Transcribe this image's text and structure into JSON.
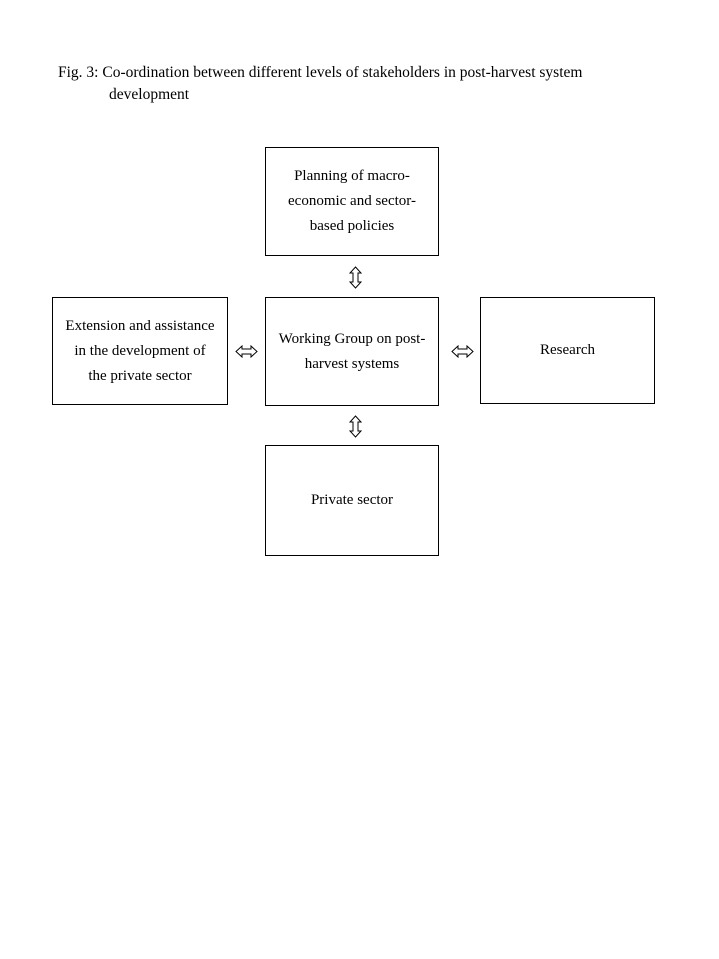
{
  "caption": {
    "line1": "Fig. 3: Co-ordination between different levels of stakeholders in post-harvest system",
    "line2": "development"
  },
  "nodes": {
    "planning": {
      "label": "Planning of macro-\neconomic and sector-\nbased policies"
    },
    "extension": {
      "label": "Extension and assistance\nin the development of\nthe private sector"
    },
    "working_group": {
      "label": "Working Group on post-\nharvest systems"
    },
    "research": {
      "label": "Research"
    },
    "private_sector": {
      "label": "Private sector"
    }
  },
  "icons": {
    "vertical": "up-down-double-arrow",
    "horizontal": "left-right-double-arrow"
  },
  "colors": {
    "background": "#ffffff",
    "border": "#000000",
    "text": "#000000",
    "arrow_fill": "#ffffff",
    "arrow_stroke": "#000000"
  }
}
